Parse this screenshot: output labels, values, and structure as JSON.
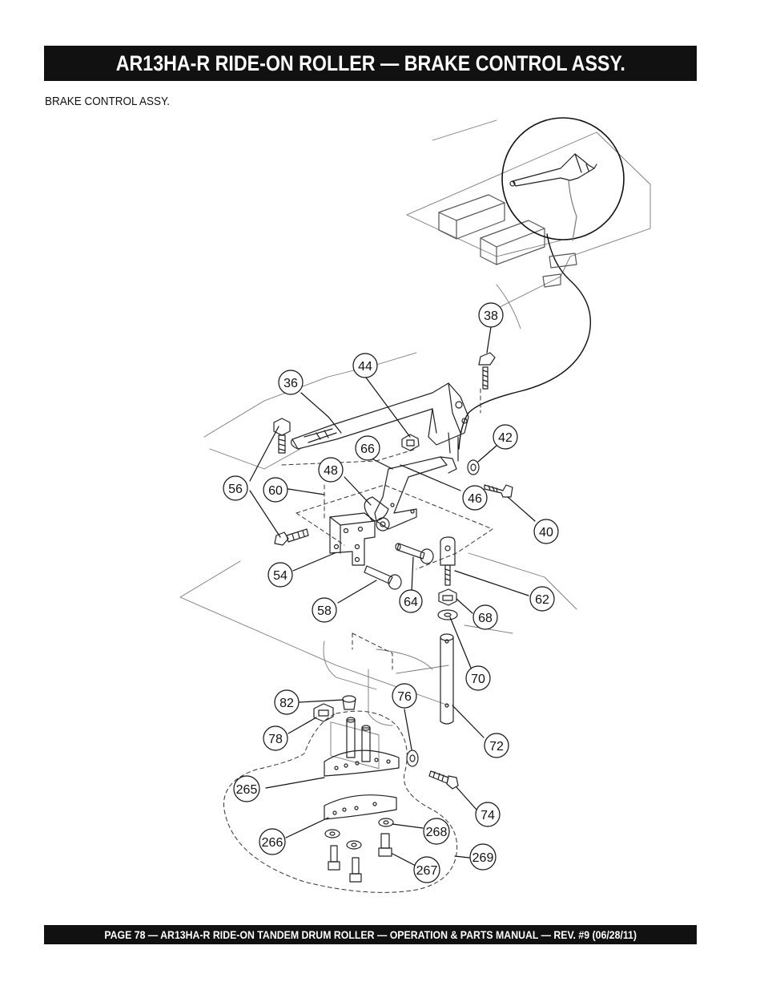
{
  "header": {
    "title": "AR13HA-R RIDE-ON ROLLER — BRAKE CONTROL ASSY."
  },
  "section": {
    "subtitle": "BRAKE CONTROL ASSY."
  },
  "footer": {
    "text": "PAGE 78 — AR13HA-R RIDE-ON TANDEM DRUM ROLLER — OPERATION & PARTS MANUAL — REV. #9  (06/28/11)"
  },
  "callouts": {
    "c36": "36",
    "c38": "38",
    "c40": "40",
    "c42": "42",
    "c44": "44",
    "c46": "46",
    "c48": "48",
    "c54": "54",
    "c56": "56",
    "c58": "58",
    "c60": "60",
    "c62": "62",
    "c64": "64",
    "c66": "66",
    "c68": "68",
    "c70": "70",
    "c72": "72",
    "c74": "74",
    "c76": "76",
    "c78": "78",
    "c82": "82",
    "c265": "265",
    "c266": "266",
    "c267": "267",
    "c268": "268",
    "c269": "269"
  }
}
